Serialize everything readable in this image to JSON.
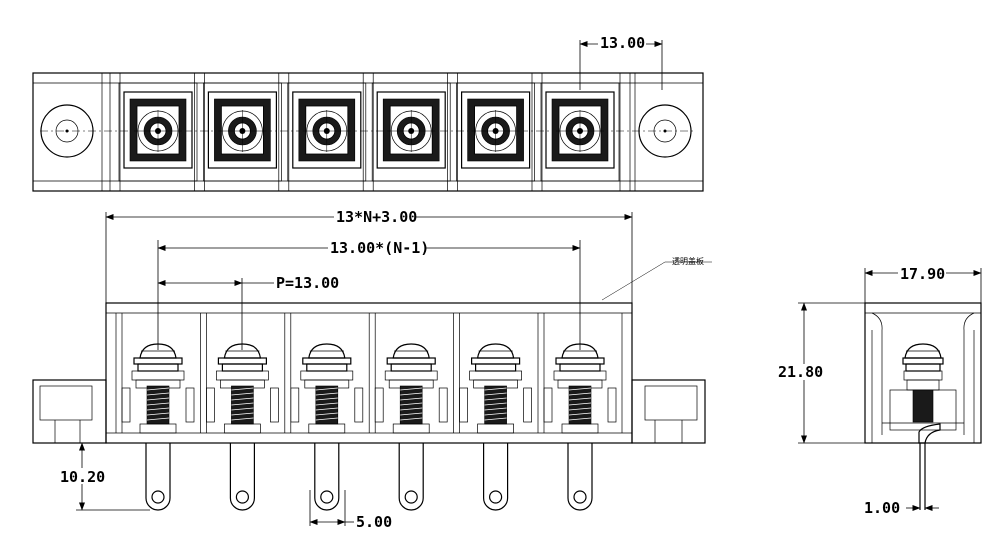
{
  "dimensions": {
    "pitch_top": "13.00",
    "total_length": "13*N+3.00",
    "pin_span": "13.00*(N-1)",
    "pitch": "P=13.00",
    "pin_length": "10.20",
    "tab_width": "5.00",
    "side_width": "17.90",
    "side_height": "21.80",
    "pin_thickness": "1.00"
  },
  "annotations": {
    "cover_note": "透明盖板"
  },
  "pole_count": 6
}
